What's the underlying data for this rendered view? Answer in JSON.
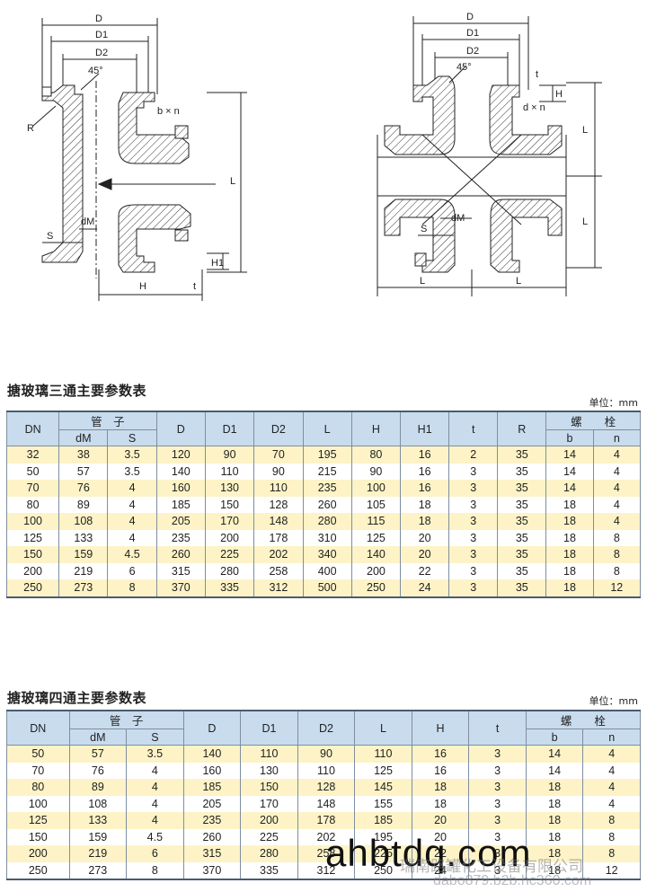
{
  "drawing": {
    "left_labels": {
      "D": "D",
      "D1": "D1",
      "D2": "D2",
      "angle": "45°",
      "R": "R",
      "bxn": "b × n",
      "dM": "dM",
      "S": "S",
      "L": "L",
      "H": "H",
      "H1": "H1",
      "t": "t"
    },
    "right_labels": {
      "D": "D",
      "D1": "D1",
      "D2": "D2",
      "angle": "45°",
      "dxn": "d × n",
      "t": "t",
      "H": "H",
      "L_top": "L",
      "L_mid": "L",
      "dM": "dM",
      "S": "S",
      "L_left": "L",
      "L_right": "L"
    }
  },
  "tee": {
    "title": "搪玻璃三通主要参数表",
    "unit": "单位：mm",
    "headers": {
      "dn": "DN",
      "pipe": "管　子",
      "dm": "dM",
      "s": "S",
      "d": "D",
      "d1": "D1",
      "d2": "D2",
      "l": "L",
      "h": "H",
      "h1": "H1",
      "t": "t",
      "r": "R",
      "bolt": "螺　　栓",
      "b": "b",
      "n": "n"
    },
    "rows": [
      [
        "32",
        "38",
        "3.5",
        "120",
        "90",
        "70",
        "195",
        "80",
        "16",
        "2",
        "35",
        "14",
        "4"
      ],
      [
        "50",
        "57",
        "3.5",
        "140",
        "110",
        "90",
        "215",
        "90",
        "16",
        "3",
        "35",
        "14",
        "4"
      ],
      [
        "70",
        "76",
        "4",
        "160",
        "130",
        "110",
        "235",
        "100",
        "16",
        "3",
        "35",
        "14",
        "4"
      ],
      [
        "80",
        "89",
        "4",
        "185",
        "150",
        "128",
        "260",
        "105",
        "18",
        "3",
        "35",
        "18",
        "4"
      ],
      [
        "100",
        "108",
        "4",
        "205",
        "170",
        "148",
        "280",
        "115",
        "18",
        "3",
        "35",
        "18",
        "4"
      ],
      [
        "125",
        "133",
        "4",
        "235",
        "200",
        "178",
        "310",
        "125",
        "20",
        "3",
        "35",
        "18",
        "8"
      ],
      [
        "150",
        "159",
        "4.5",
        "260",
        "225",
        "202",
        "340",
        "140",
        "20",
        "3",
        "35",
        "18",
        "8"
      ],
      [
        "200",
        "219",
        "6",
        "315",
        "280",
        "258",
        "400",
        "200",
        "22",
        "3",
        "35",
        "18",
        "8"
      ],
      [
        "250",
        "273",
        "8",
        "370",
        "335",
        "312",
        "500",
        "250",
        "24",
        "3",
        "35",
        "18",
        "12"
      ]
    ]
  },
  "cross": {
    "title": "搪玻璃四通主要参数表",
    "unit": "单位：mm",
    "headers": {
      "dn": "DN",
      "pipe": "管　子",
      "dm": "dM",
      "s": "S",
      "d": "D",
      "d1": "D1",
      "d2": "D2",
      "l": "L",
      "h": "H",
      "t": "t",
      "bolt": "螺　　栓",
      "b": "b",
      "n": "n"
    },
    "rows": [
      [
        "50",
        "57",
        "3.5",
        "140",
        "110",
        "90",
        "110",
        "16",
        "3",
        "14",
        "4"
      ],
      [
        "70",
        "76",
        "4",
        "160",
        "130",
        "110",
        "125",
        "16",
        "3",
        "14",
        "4"
      ],
      [
        "80",
        "89",
        "4",
        "185",
        "150",
        "128",
        "145",
        "18",
        "3",
        "18",
        "4"
      ],
      [
        "100",
        "108",
        "4",
        "205",
        "170",
        "148",
        "155",
        "18",
        "3",
        "18",
        "4"
      ],
      [
        "125",
        "133",
        "4",
        "235",
        "200",
        "178",
        "185",
        "20",
        "3",
        "18",
        "8"
      ],
      [
        "150",
        "159",
        "4.5",
        "260",
        "225",
        "202",
        "195",
        "20",
        "3",
        "18",
        "8"
      ],
      [
        "200",
        "219",
        "6",
        "315",
        "280",
        "258",
        "225",
        "22",
        "3",
        "18",
        "8"
      ],
      [
        "250",
        "273",
        "8",
        "370",
        "335",
        "312",
        "250",
        "24",
        "3",
        "18",
        "12"
      ]
    ]
  },
  "watermark": {
    "main": "ahbtdq.com",
    "company": "瑞南路罐化工设备有限公司",
    "url": "dabo879.b2b.hc360.com"
  }
}
